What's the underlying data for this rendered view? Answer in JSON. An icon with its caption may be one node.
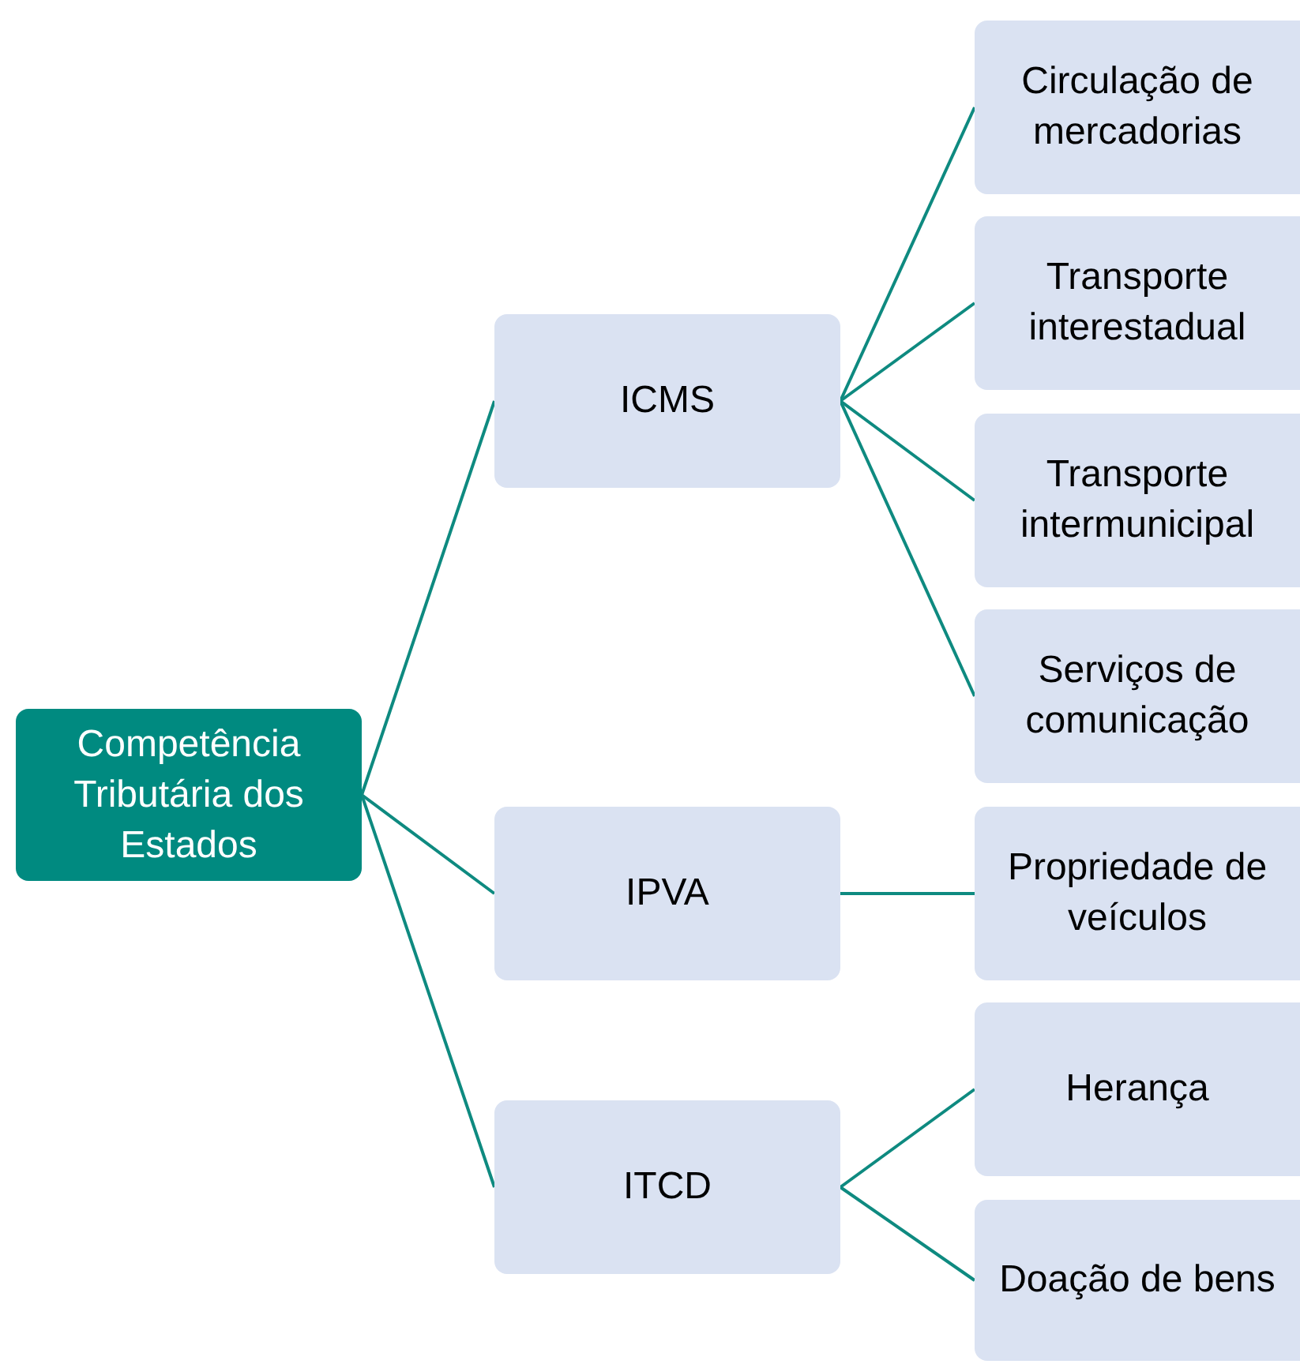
{
  "diagram": {
    "nodes": [
      {
        "text": [
          "Competência Tributária dos Estados"
        ]
      },
      {
        "text": [
          "ICMS"
        ]
      },
      {
        "text": [
          "IPVA"
        ]
      },
      {
        "text": [
          "ITCD"
        ]
      },
      {
        "text": [
          "Circulação de mercadorias"
        ]
      },
      {
        "text": [
          "Transporte interestadual"
        ]
      },
      {
        "text": [
          "Transporte intermunicipal"
        ]
      },
      {
        "text": [
          "Serviços de comunicação"
        ]
      },
      {
        "text": [
          "Propriedade de veículos"
        ]
      },
      {
        "text": [
          "Herança"
        ]
      },
      {
        "text": [
          "Doação de bens"
        ]
      }
    ],
    "edges": [
      {
        "from": 0,
        "to": 1,
        "arrow": "none"
      },
      {
        "from": 0,
        "to": 2,
        "arrow": "none"
      },
      {
        "from": 0,
        "to": 3,
        "arrow": "none"
      },
      {
        "from": 1,
        "to": 4,
        "arrow": "none"
      },
      {
        "from": 1,
        "to": 5,
        "arrow": "none"
      },
      {
        "from": 1,
        "to": 6,
        "arrow": "none"
      },
      {
        "from": 1,
        "to": 7,
        "arrow": "none"
      },
      {
        "from": 2,
        "to": 8,
        "arrow": "none"
      },
      {
        "from": 3,
        "to": 9,
        "arrow": "none"
      },
      {
        "from": 3,
        "to": 10,
        "arrow": "none"
      }
    ]
  }
}
